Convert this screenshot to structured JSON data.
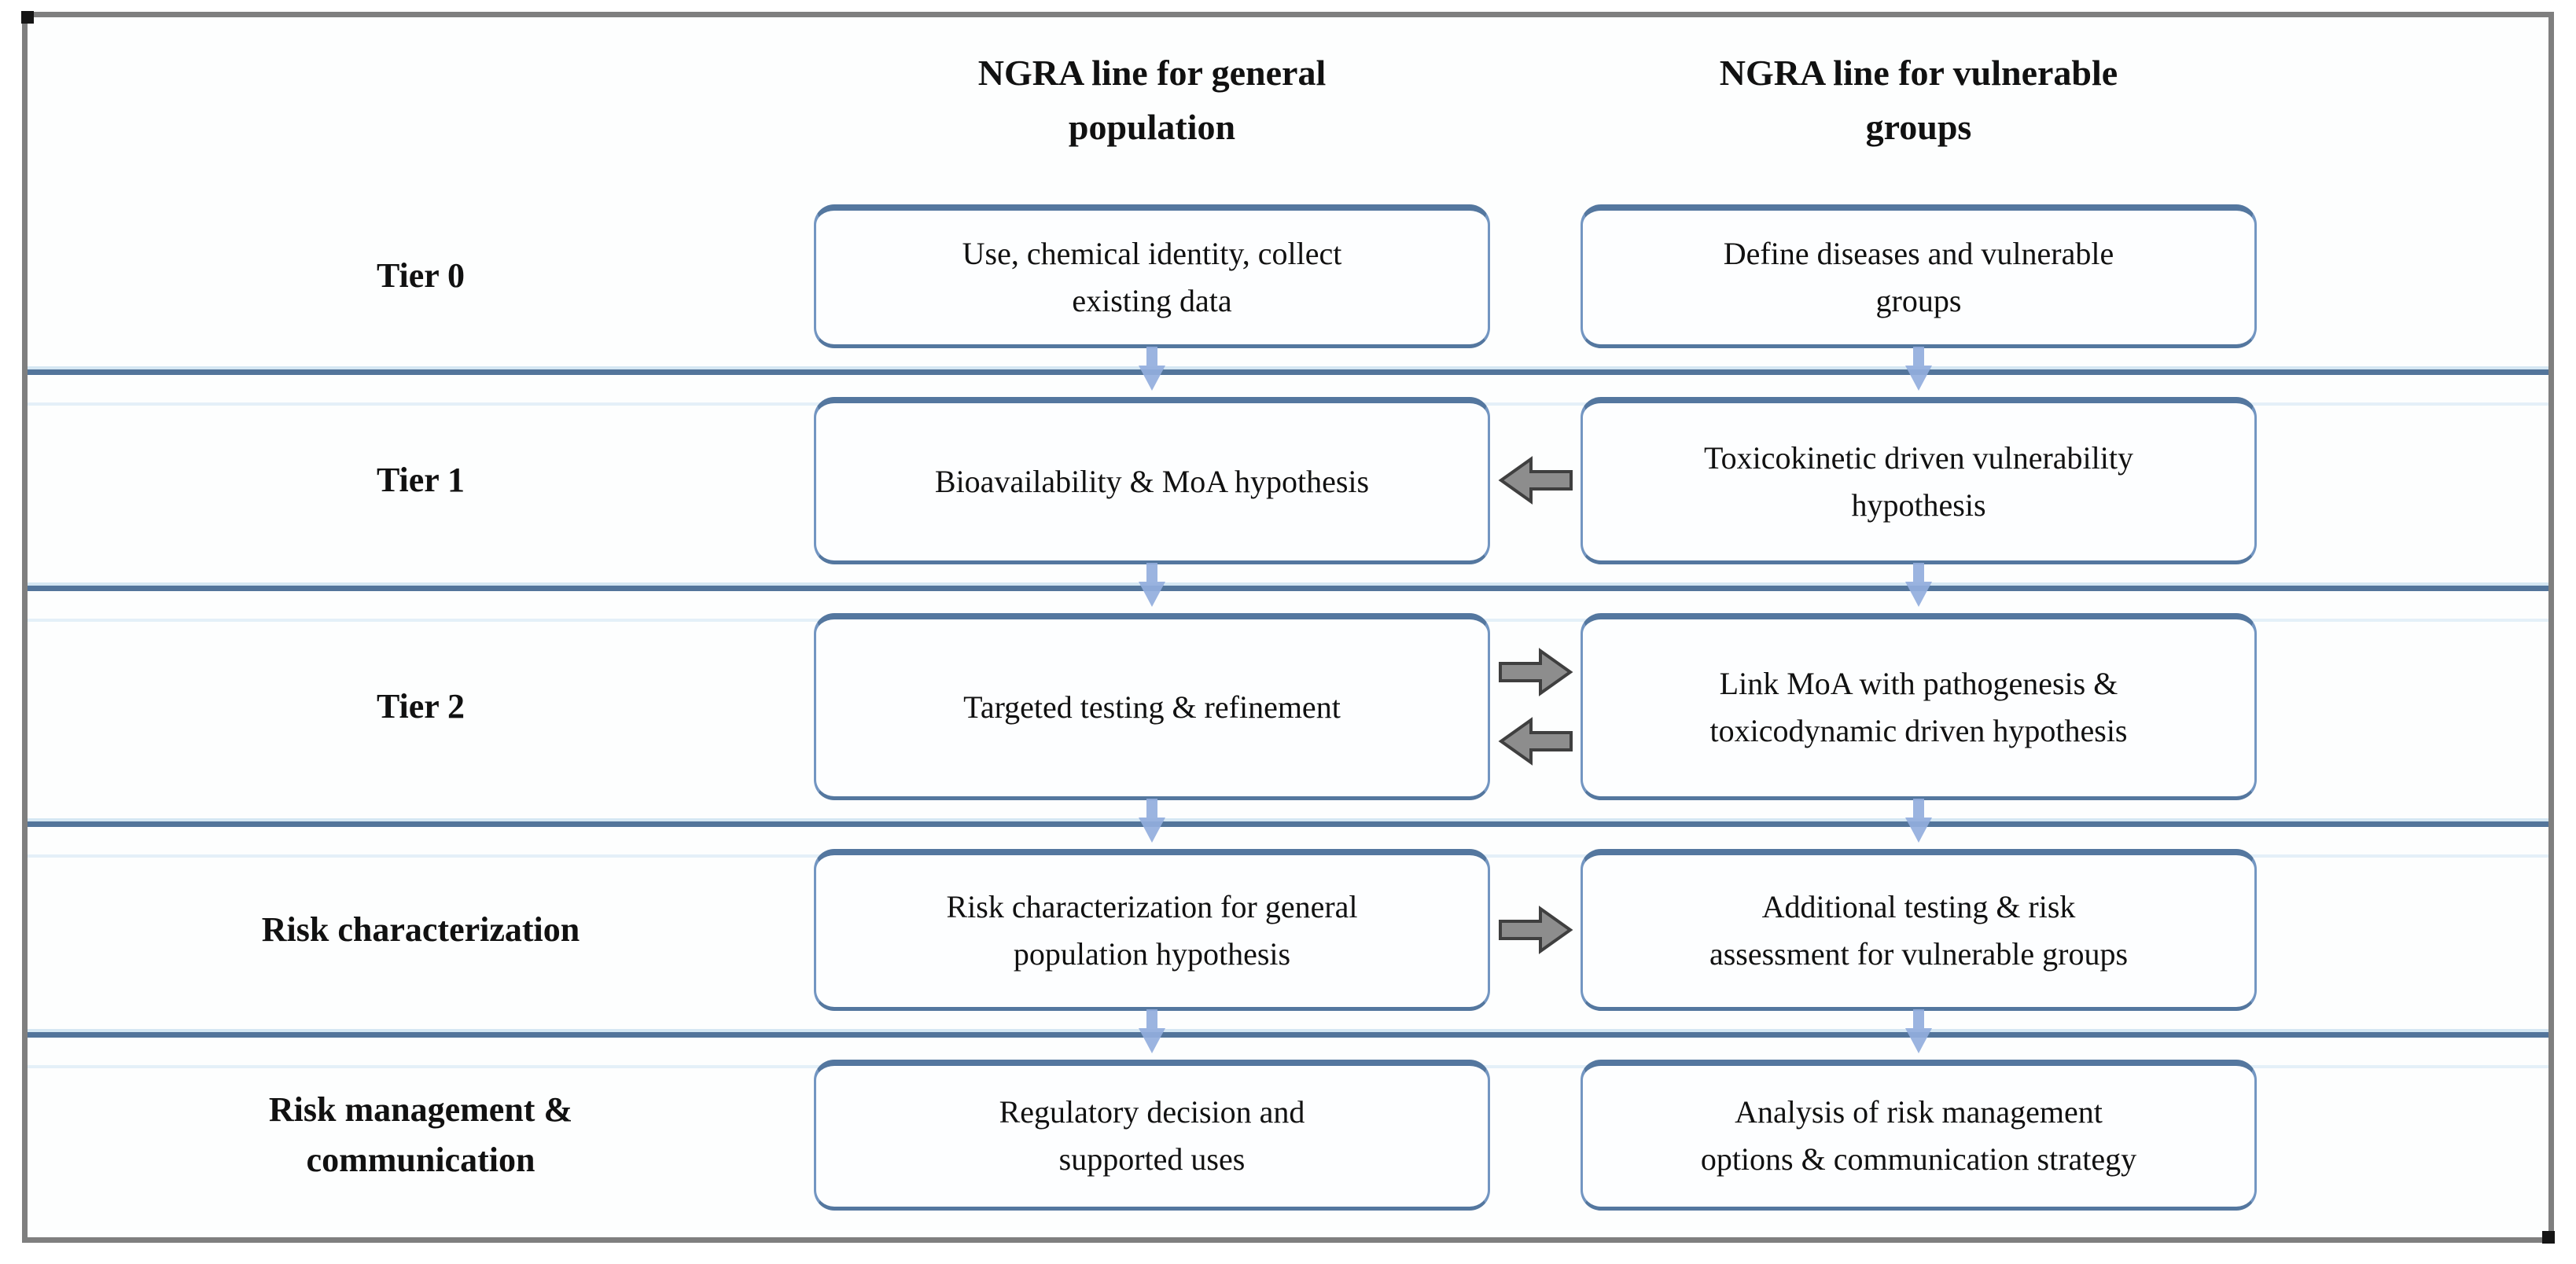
{
  "diagram": {
    "title_implicit": "NGRA tiered risk assessment workflow",
    "col_headers": {
      "general": "NGRA line for general\npopulation",
      "vulnerable": "NGRA line for vulnerable\ngroups"
    },
    "rows": [
      {
        "label": "Tier 0",
        "general": "Use, chemical identity, collect\nexisting data",
        "vulnerable": "Define diseases and vulnerable\ngroups",
        "cross_arrow": "none",
        "down_arrows_after": true
      },
      {
        "label": "Tier 1",
        "general": "Bioavailability & MoA hypothesis",
        "vulnerable": "Toxicokinetic driven vulnerability\nhypothesis",
        "cross_arrow": "left",
        "down_arrows_after": true
      },
      {
        "label": "Tier 2",
        "general": "Targeted testing & refinement",
        "vulnerable": "Link MoA with pathogenesis &\ntoxicodynamic driven hypothesis",
        "cross_arrow": "right-and-left",
        "down_arrows_after": true
      },
      {
        "label": "Risk characterization",
        "general": "Risk characterization for general\npopulation hypothesis",
        "vulnerable": "Additional testing & risk\nassessment for vulnerable groups",
        "cross_arrow": "right",
        "down_arrows_after": true
      },
      {
        "label": "Risk management &\ncommunication",
        "general": "Regulatory decision and\nsupported uses",
        "vulnerable": "Analysis of risk management\noptions & communication strategy",
        "cross_arrow": "none",
        "down_arrows_after": false
      }
    ],
    "colors": {
      "frame_border": "#7f7f7f",
      "separator_line": "#53759b",
      "separator_glow": "#d5e7f3",
      "box_border": "#7396c2",
      "box_border_dark": "#54779f",
      "down_arrow": "#93aedd",
      "cross_arrow_fill": "#8d8d8d",
      "cross_arrow_outline": "#3f3f3f",
      "text": "#111111"
    }
  }
}
